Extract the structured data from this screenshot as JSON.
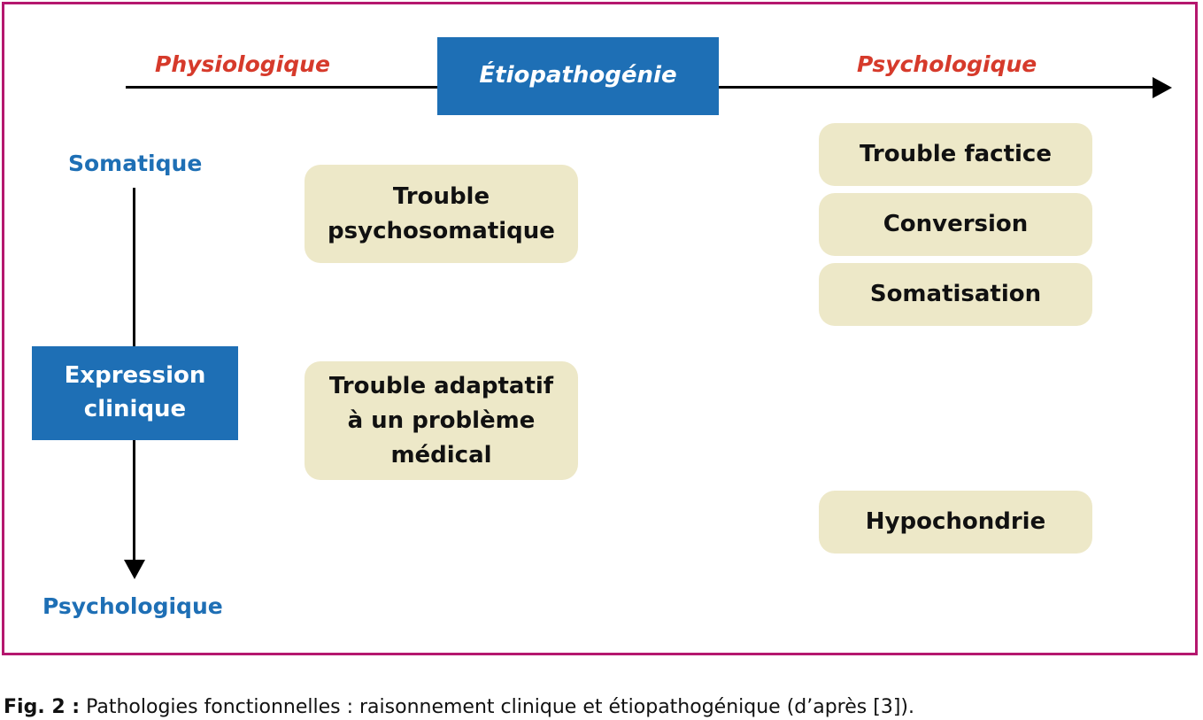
{
  "axis": {
    "horizontal": {
      "left_label": "Physiologique",
      "center_label": "Étiopathogénie",
      "right_label": "Psychologique"
    },
    "vertical": {
      "top_label": "Somatique",
      "center_label_line1": "Expression",
      "center_label_line2": "clinique",
      "bottom_label": "Psychologique"
    }
  },
  "boxes": {
    "psychosomatique": {
      "line1": "Trouble",
      "line2": "psychosomatique"
    },
    "adaptatif": {
      "line1": "Trouble adaptatif",
      "line2": "à un problème",
      "line3": "médical"
    },
    "factice": "Trouble factice",
    "conversion": "Conversion",
    "somatisation": "Somatisation",
    "hypochondrie": "Hypochondrie"
  },
  "caption": {
    "fig_label": "Fig. 2 :",
    "text": " Pathologies fonctionnelles : raisonnement clinique et étiopathogénique (d’après [3])."
  },
  "colors": {
    "frame": "#b5176e",
    "blue": "#1e6fb5",
    "red": "#d63a2b",
    "pill": "#ede8c8"
  }
}
